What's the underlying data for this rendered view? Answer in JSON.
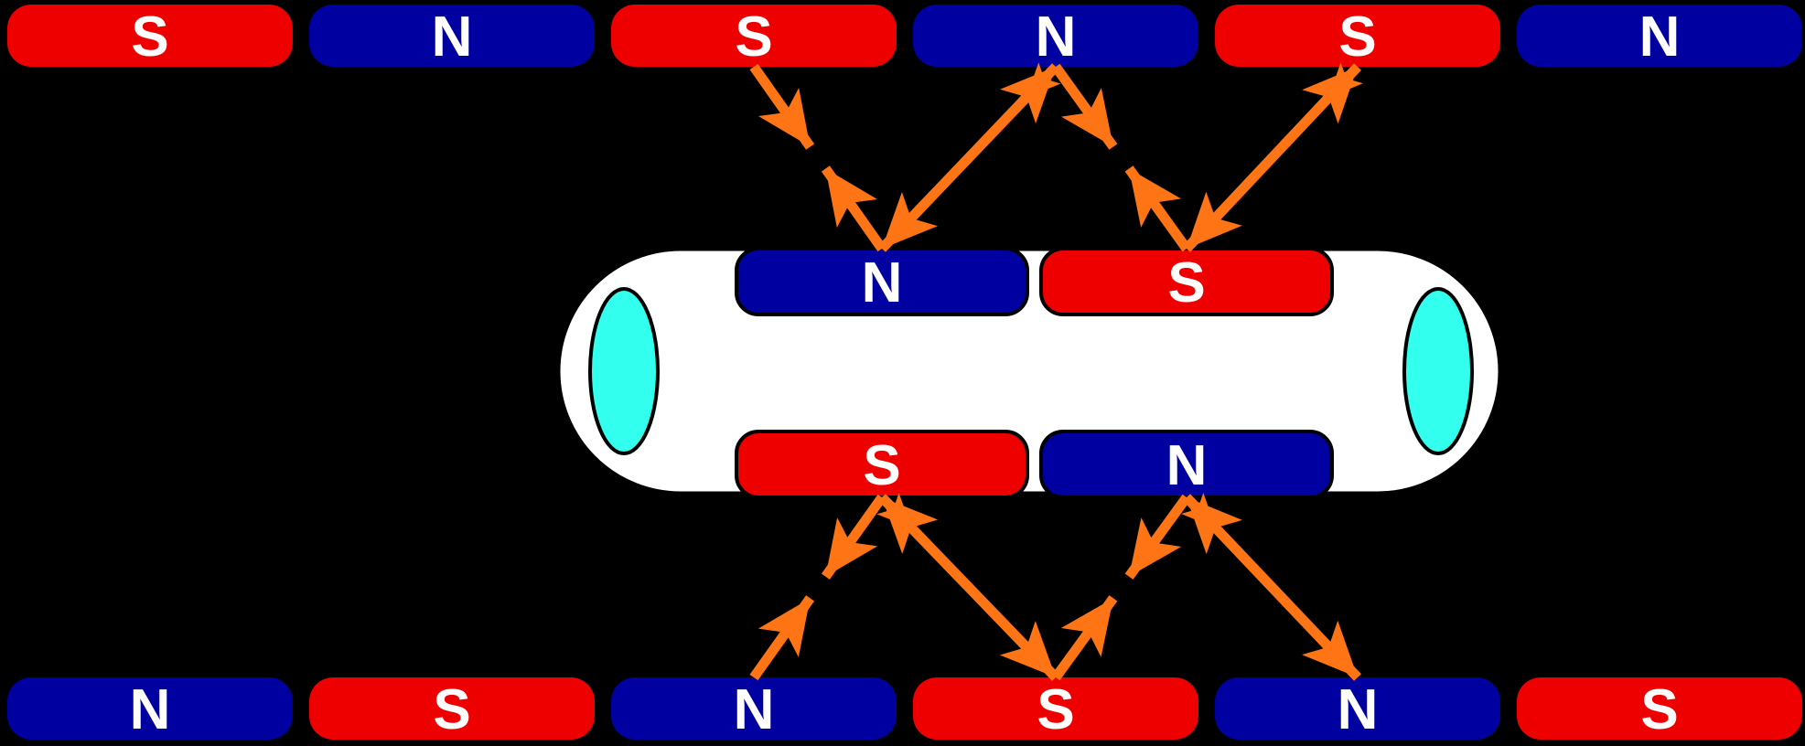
{
  "colors": {
    "background": "#000000",
    "north_pole": "#0000a0",
    "south_pole": "#ee0000",
    "pole_label": "#ffffff",
    "train_body": "#ffffff",
    "train_window": "#33ffee",
    "outline": "#000000",
    "force_arrow": "#ff7515"
  },
  "top_track": {
    "poles": [
      "S",
      "N",
      "S",
      "N",
      "S",
      "N"
    ]
  },
  "bottom_track": {
    "poles": [
      "N",
      "S",
      "N",
      "S",
      "N",
      "S"
    ]
  },
  "train": {
    "top_poles": [
      "N",
      "S"
    ],
    "bottom_poles": [
      "S",
      "N"
    ]
  },
  "forces": [
    {
      "type": "attract",
      "from": "top-track-3",
      "to": "train-top-1"
    },
    {
      "type": "repel",
      "from": "train-top-1",
      "to": "top-track-4"
    },
    {
      "type": "attract",
      "from": "top-track-4",
      "to": "train-top-2"
    },
    {
      "type": "repel",
      "from": "train-top-2",
      "to": "top-track-5"
    },
    {
      "type": "attract",
      "from": "train-bottom-1",
      "to": "bottom-track-3"
    },
    {
      "type": "repel",
      "from": "train-bottom-1",
      "to": "bottom-track-4"
    },
    {
      "type": "attract",
      "from": "train-bottom-2",
      "to": "bottom-track-4"
    },
    {
      "type": "repel",
      "from": "train-bottom-2",
      "to": "bottom-track-5"
    }
  ]
}
